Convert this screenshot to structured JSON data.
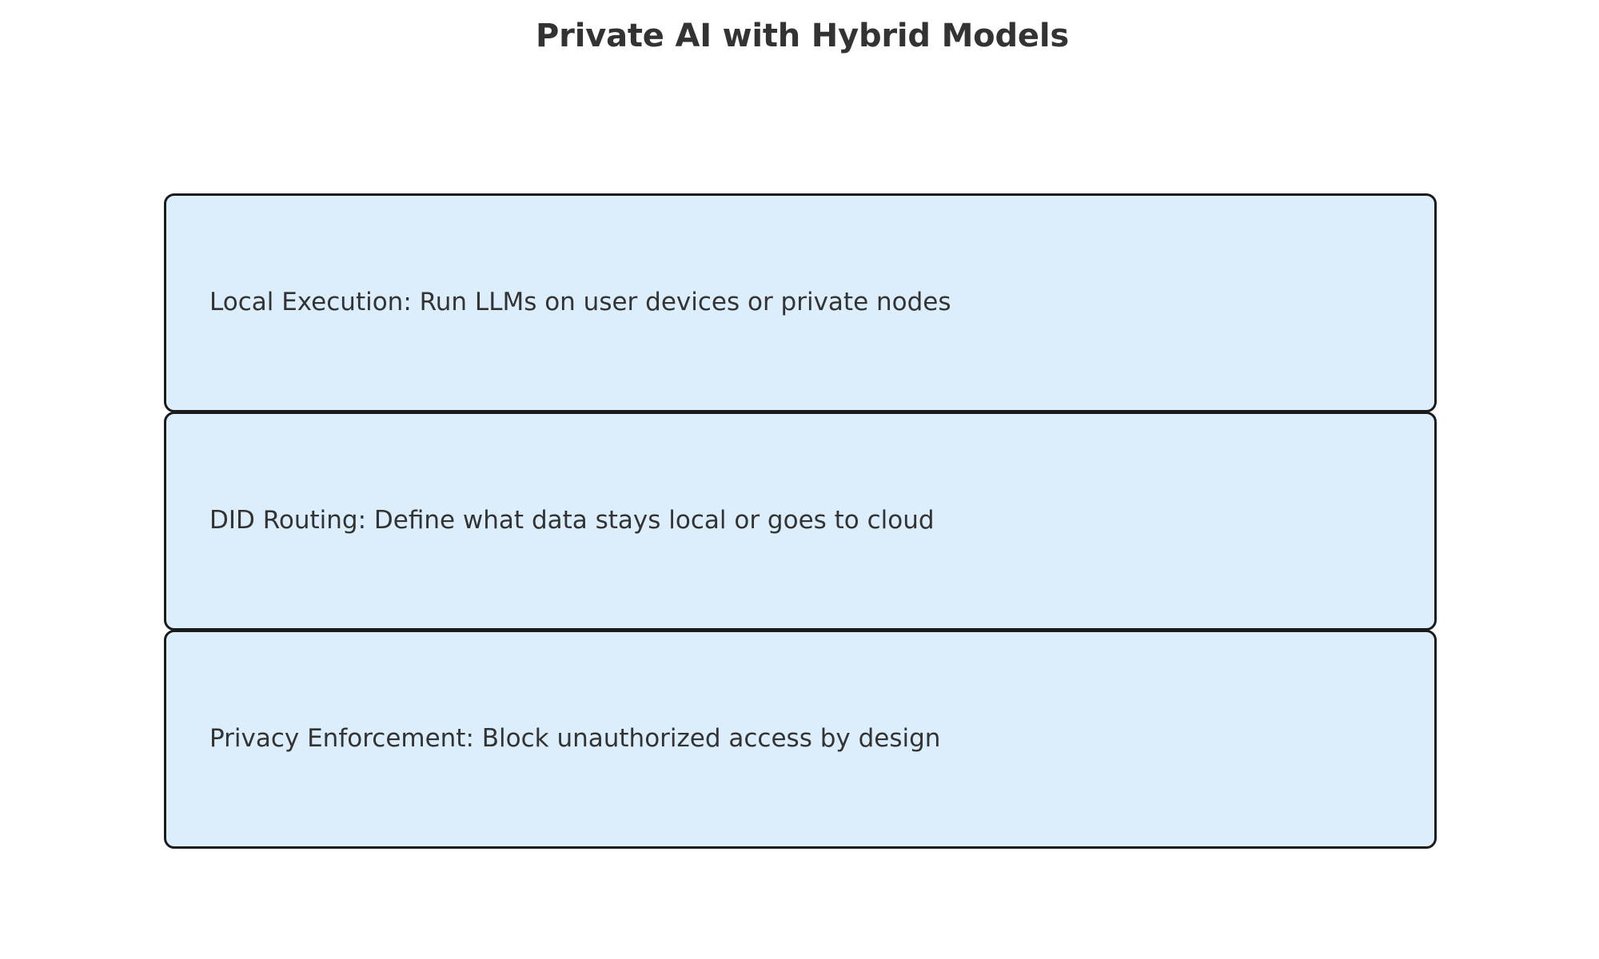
{
  "header": {
    "title": "Private AI with Hybrid Models"
  },
  "colors": {
    "page_background": "#ffffff",
    "node_fill": "#dceefc",
    "node_border": "#1b1b1b",
    "text": "#333333",
    "title_text": "#333333"
  },
  "diagram": {
    "type": "vertical-stacked-blocks",
    "node_count": 3,
    "nodes": [
      {
        "id": "local-execution",
        "label": "Local Execution: Run LLMs on user devices or private nodes"
      },
      {
        "id": "did-routing",
        "label": "DID Routing: Define what data stays local or goes to cloud"
      },
      {
        "id": "privacy-enforcement",
        "label": "Privacy Enforcement: Block unauthorized access by design"
      }
    ]
  }
}
